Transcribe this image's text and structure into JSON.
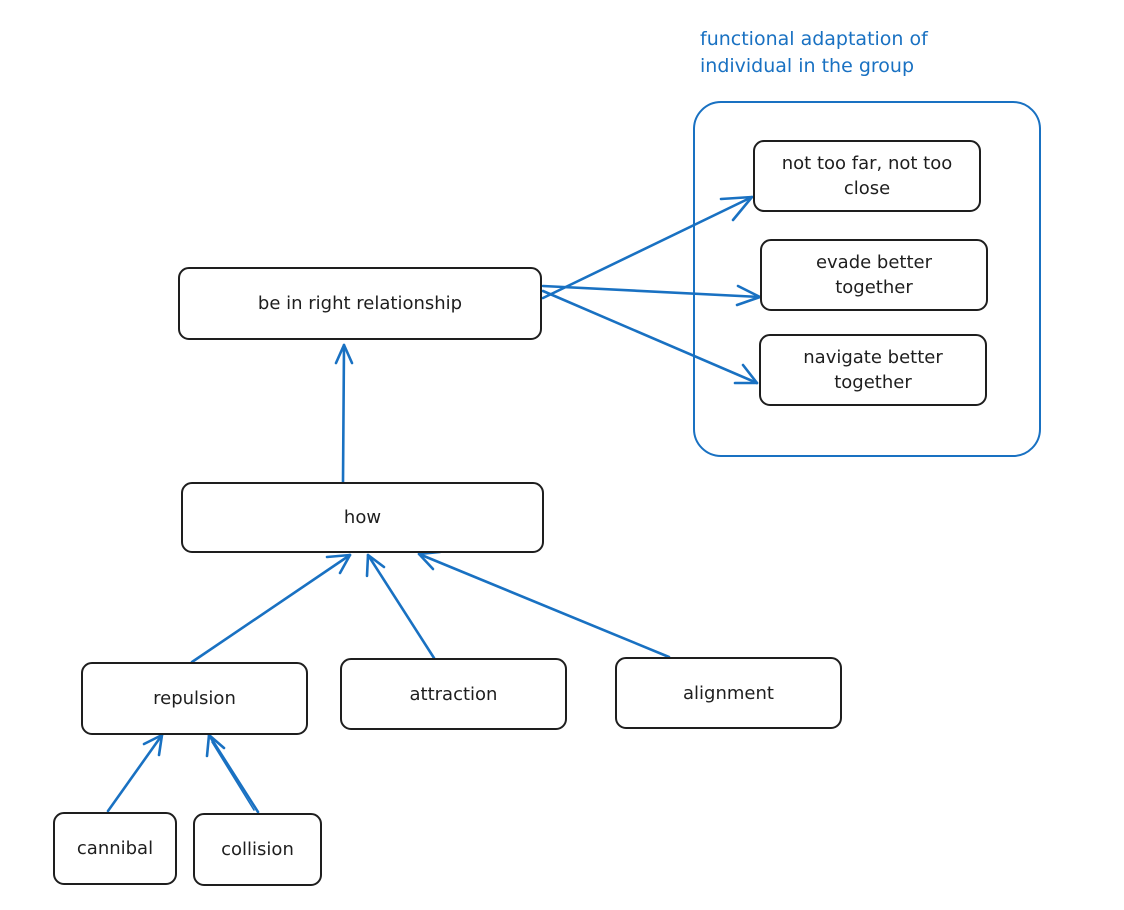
{
  "colors": {
    "stroke": "#1e1e1e",
    "accent": "#1971c2",
    "background": "#ffffff"
  },
  "group": {
    "title": "functional adaptation of\nindividual in the group"
  },
  "nodes": {
    "far": "not too far, not too close",
    "evade": "evade better together",
    "navigate": "navigate better together",
    "relationship": "be in right relationship",
    "how": "how",
    "repulsion": "repulsion",
    "attraction": "attraction",
    "alignment": "alignment",
    "cannibal": "cannibal",
    "collision": "collision"
  },
  "edges": [
    {
      "from": "relationship",
      "to": "far"
    },
    {
      "from": "relationship",
      "to": "evade"
    },
    {
      "from": "relationship",
      "to": "navigate"
    },
    {
      "from": "how",
      "to": "relationship"
    },
    {
      "from": "repulsion",
      "to": "how"
    },
    {
      "from": "attraction",
      "to": "how"
    },
    {
      "from": "alignment",
      "to": "how"
    },
    {
      "from": "cannibal",
      "to": "repulsion"
    },
    {
      "from": "collision",
      "to": "repulsion"
    }
  ]
}
